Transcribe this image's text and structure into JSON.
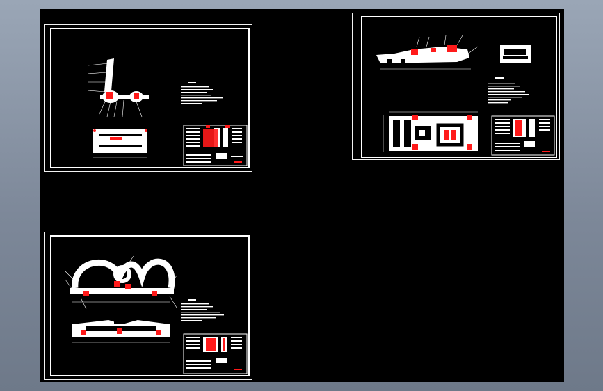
{
  "canvas": {
    "background": "#000000",
    "frame_color": "#ffffff",
    "markup_color": "#ff1a1a",
    "app_background": "#8a95a5"
  },
  "sheets": [
    {
      "id": "sheet-1",
      "title_block_label": ""
    },
    {
      "id": "sheet-2",
      "title_block_label": ""
    },
    {
      "id": "sheet-3",
      "title_block_label": ""
    }
  ]
}
